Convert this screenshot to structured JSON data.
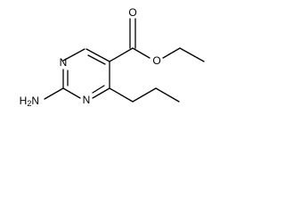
{
  "molecule": {
    "atom_labels": {
      "ring_n_upper": "N",
      "ring_n_lower": "N",
      "amine": "H2N",
      "ester_o_carbonyl": "O",
      "ester_o_ether": "O"
    },
    "colors": {
      "bond": "#000000",
      "label": "#000000",
      "background": "#ffffff"
    }
  }
}
